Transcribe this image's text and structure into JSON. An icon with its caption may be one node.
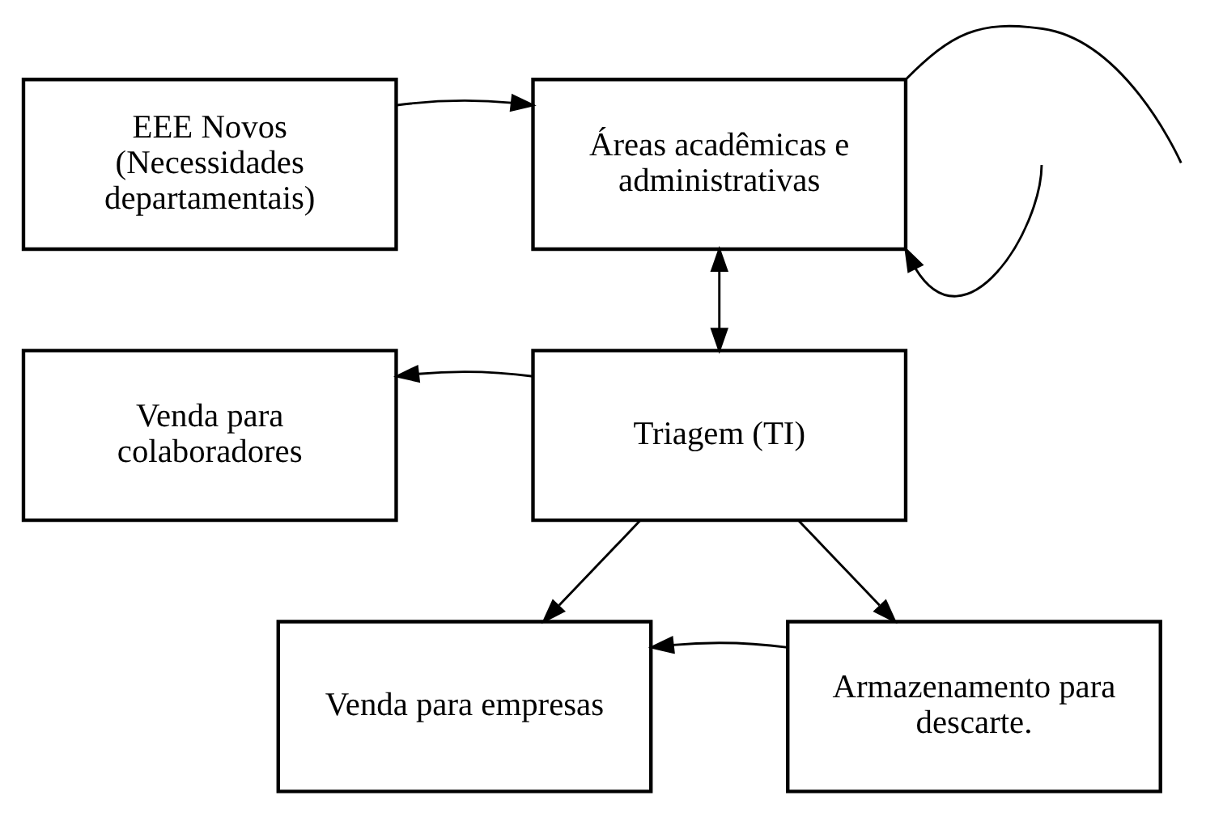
{
  "diagram": {
    "nodes": [
      {
        "text": [
          "EEE Novos (Necessidades departamentais)"
        ]
      },
      {
        "text": [
          "Áreas acadêmicas e administrativas"
        ]
      },
      {
        "text": [
          "Triagem (TI)"
        ]
      },
      {
        "text": [
          "Venda para colaboradores"
        ]
      },
      {
        "text": [
          "Venda para empresas"
        ]
      },
      {
        "text": [
          "Armazenamento para descarte."
        ]
      }
    ],
    "edges": [
      {
        "from": 0,
        "to": 1,
        "arrow": "to"
      },
      {
        "from": 1,
        "to": null,
        "arrow": "none"
      },
      {
        "from": null,
        "to": 1,
        "arrow": "to"
      },
      {
        "from": 1,
        "to": 2,
        "arrow": "both"
      },
      {
        "from": 2,
        "to": 3,
        "arrow": "to"
      },
      {
        "from": 2,
        "to": 4,
        "arrow": "to"
      },
      {
        "from": 2,
        "to": 5,
        "arrow": "to"
      },
      {
        "from": 5,
        "to": 4,
        "arrow": "to"
      }
    ]
  }
}
